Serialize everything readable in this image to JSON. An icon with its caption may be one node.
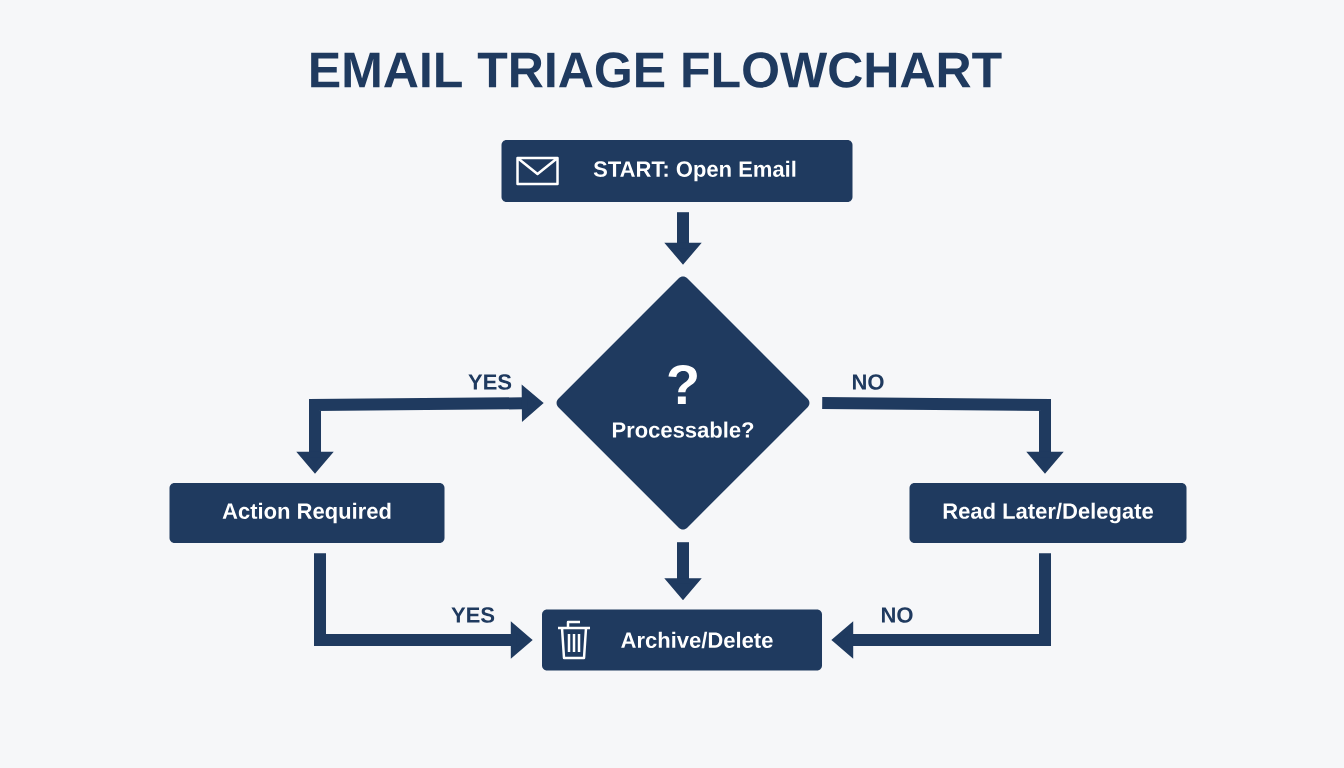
{
  "diagram": {
    "title": "EMAIL TRIAGE FLOWCHART",
    "nodes": [
      {
        "text": [
          "START: Open Email"
        ]
      },
      {
        "text": [
          "?",
          "Processable?"
        ]
      },
      {
        "text": [
          "Action Required"
        ]
      },
      {
        "text": [
          "Read Later/Delegate"
        ]
      },
      {
        "text": [
          "Archive/Delete"
        ]
      }
    ],
    "edges": [
      {
        "from": 0,
        "to": 1,
        "arrow": "to"
      },
      {
        "from": 1,
        "to": 2,
        "arrow": "both",
        "label": "YES"
      },
      {
        "from": 1,
        "to": 3,
        "arrow": "to",
        "label": "NO"
      },
      {
        "from": 1,
        "to": 4,
        "arrow": "to"
      },
      {
        "from": 2,
        "to": 4,
        "arrow": "to",
        "label": "YES"
      },
      {
        "from": 3,
        "to": 4,
        "arrow": "to",
        "label": "NO"
      }
    ]
  }
}
